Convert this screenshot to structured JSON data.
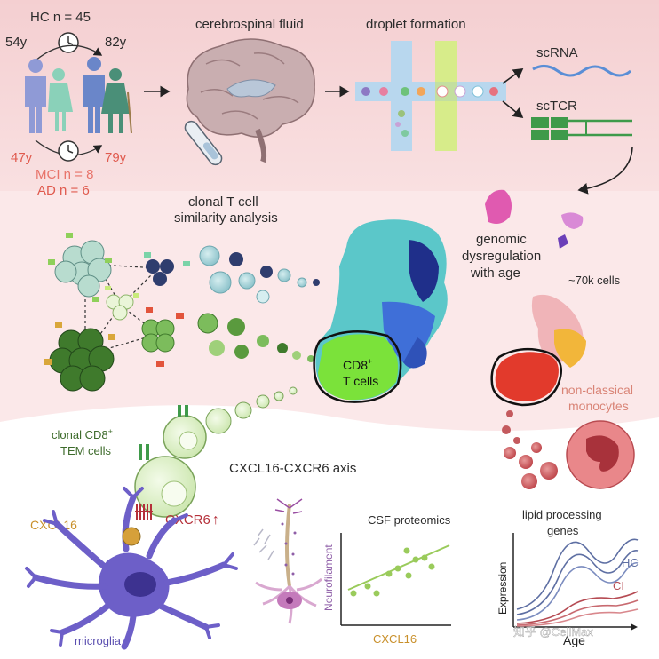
{
  "cohort": {
    "hc": "HC n = 45",
    "hc_age_min": "54y",
    "hc_age_max": "82y",
    "patient_age_min": "47y",
    "patient_age_max": "79y",
    "mci": "MCI n = 8",
    "ad": "AD n = 6"
  },
  "pipeline": {
    "csf": "cerebrospinal fluid",
    "droplet": "droplet formation",
    "scrna": "scRNA",
    "sctcr": "scTCR"
  },
  "analysis": {
    "clonal_line1": "clonal T cell",
    "clonal_line2": "similarity analysis",
    "genomic_line1": "genomic",
    "genomic_line2": "dysregulation",
    "genomic_line3": "with age",
    "cell_count": "~70k cells",
    "cd8_line1": "CD8",
    "cd8_sup": "+",
    "cd8_line2": "T cells",
    "nonclassical_line1": "non-classical",
    "nonclassical_line2": "monocytes"
  },
  "bottom": {
    "tem_line1": "clonal CD8",
    "tem_sup": "+",
    "tem_line2": "TEM cells",
    "axis": "CXCL16-CXCR6 axis",
    "cxcl16": "CXCL16",
    "cxcr6": "CXCR6",
    "cxcr6_arrow": "↑",
    "microglia": "microglia",
    "proteomics_title": "CSF proteomics",
    "proteomics_ylabel": "Neurofilament",
    "proteomics_xlabel": "CXCL16",
    "lipid_line1": "lipid processing",
    "lipid_line2": "genes",
    "lipid_ylabel": "Expression",
    "lipid_xlabel": "Age",
    "hc_series": "HC",
    "ci_series": "CI",
    "watermark": "知乎 @CellMax"
  },
  "colors": {
    "top_band": "#f6d2d4",
    "mid_band": "#fbe7e8",
    "hc_text": "#2b2b2b",
    "patient_text": "#e05a4e",
    "tem_text": "#3d6b2b",
    "microglia": "#5b4fb0",
    "cxcl16": "#c9902b",
    "cxcr6": "#b5303a",
    "nonclassical": "#d98476",
    "hc_line": "#5e6fa3",
    "ci_line": "#b54a52",
    "proteomics": "#9acb5b"
  },
  "icons": [
    "clock-icon",
    "people-icon",
    "brain-icon",
    "tube-icon",
    "droplet-channel-icon",
    "rna-strand-icon",
    "tcr-icon",
    "neuron-icon",
    "microglia-icon",
    "monocyte-icon"
  ]
}
